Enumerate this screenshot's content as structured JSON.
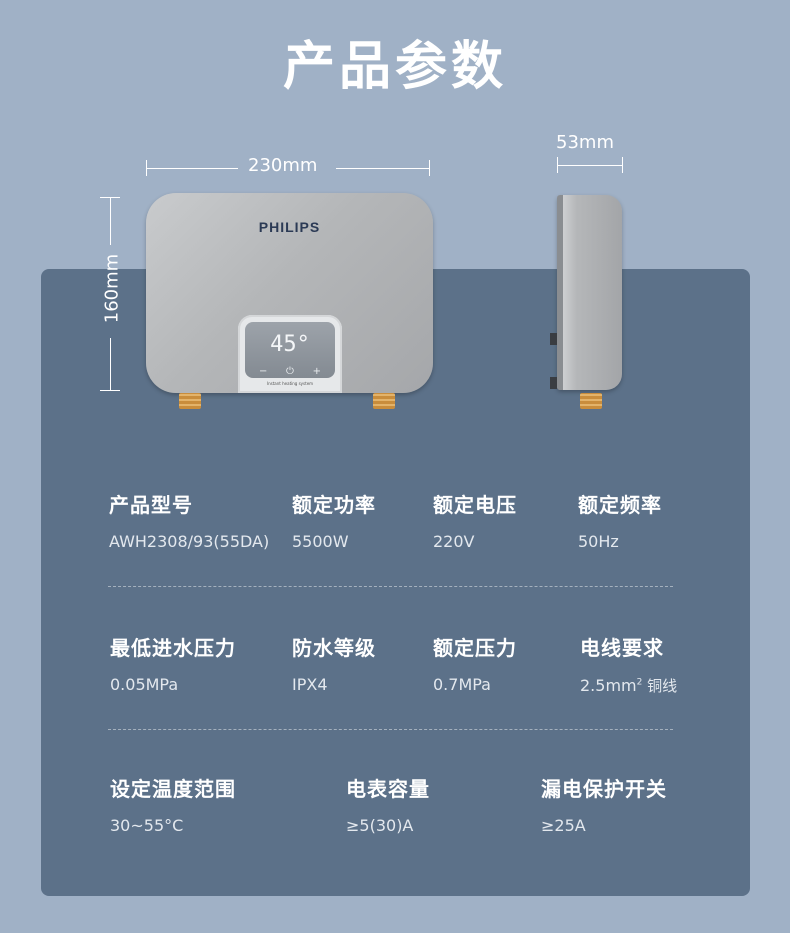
{
  "title": "产品参数",
  "product": {
    "brand": "PHILIPS",
    "display_temp": "45°",
    "controls": [
      "−",
      "⏻",
      "+"
    ],
    "strip_text": "Instant heating system"
  },
  "dimensions": {
    "width": "230mm",
    "height": "160mm",
    "depth": "53mm"
  },
  "specs": [
    {
      "label": "产品型号",
      "value": "AWH2308/93(55DA)"
    },
    {
      "label": "额定功率",
      "value": "5500W"
    },
    {
      "label": "额定电压",
      "value": "220V"
    },
    {
      "label": "额定频率",
      "value": "50Hz"
    },
    {
      "label": "最低进水压力",
      "value": "0.05MPa"
    },
    {
      "label": "防水等级",
      "value": "IPX4"
    },
    {
      "label": "额定压力",
      "value": "0.7MPa"
    },
    {
      "label": "电线要求",
      "value_main": "2.5mm",
      "value_sup": "2",
      "value_tail": " 铜线"
    },
    {
      "label": "设定温度范围",
      "value": "30~55°C"
    },
    {
      "label": "电表容量",
      "value": "≥5(30)A"
    },
    {
      "label": "漏电保护开关",
      "value": "≥25A"
    }
  ],
  "colors": {
    "background": "#a0b1c6",
    "panel": "#5c7189",
    "brand_text": "#2b3a55"
  }
}
